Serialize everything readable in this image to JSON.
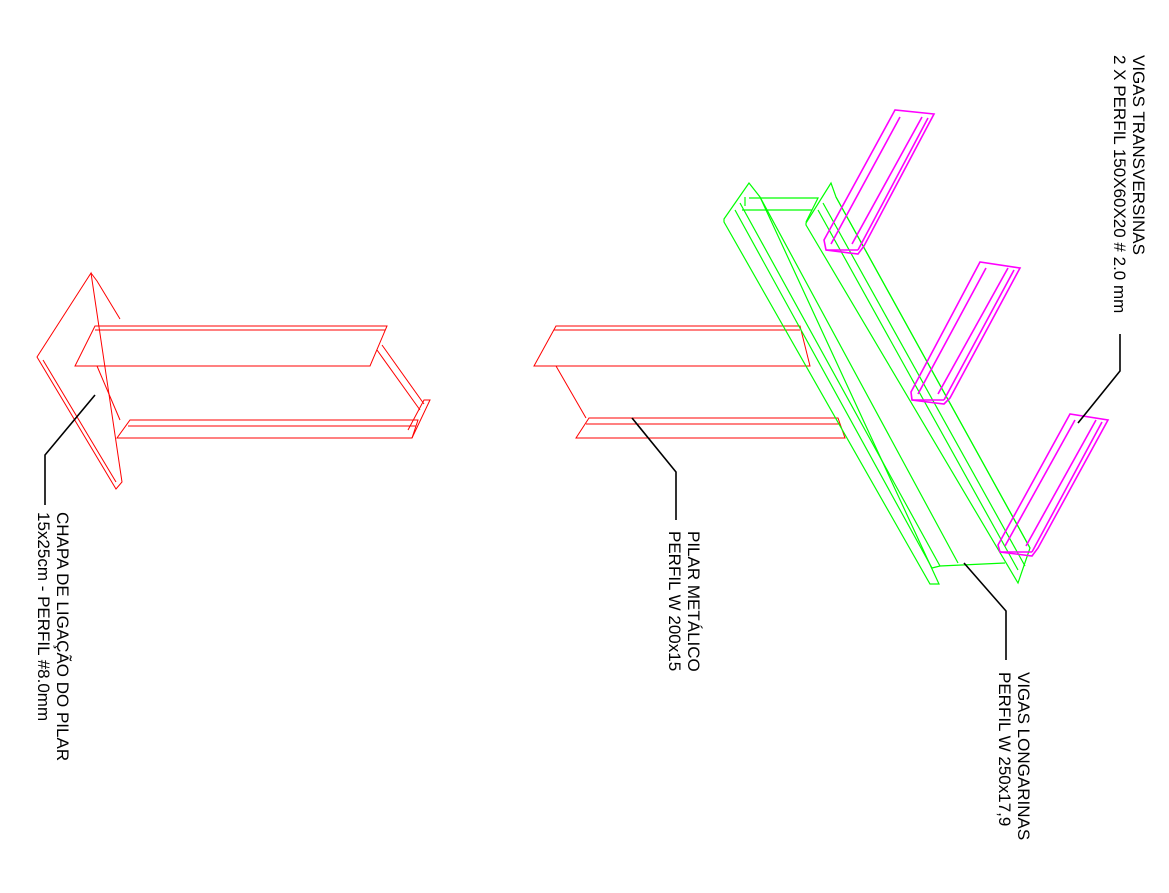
{
  "colors": {
    "background": "#ffffff",
    "pillar_and_plate": "#ff0000",
    "longitudinal_beams": "#00ff00",
    "transverse_beams": "#ff00ff",
    "leaders_and_text": "#000000"
  },
  "labels": {
    "transverse_beams": {
      "line1": "VIGAS TRANSVERSINAS",
      "line2": "2 X PERFIL 150X60X20 # 2.0 mm"
    },
    "longitudinal_beams": {
      "line1": "VIGAS LONGARINAS",
      "line2": "PERFIL W 250x17,9"
    },
    "metal_pillar": {
      "line1": "PILAR METÁLICO",
      "line2": "PERFIL W 200x15"
    },
    "connection_plate": {
      "line1": "CHAPA DE LIGAÇÃO DO PILAR",
      "line2": "15x25cm - PERFIL #8.0mm"
    }
  }
}
